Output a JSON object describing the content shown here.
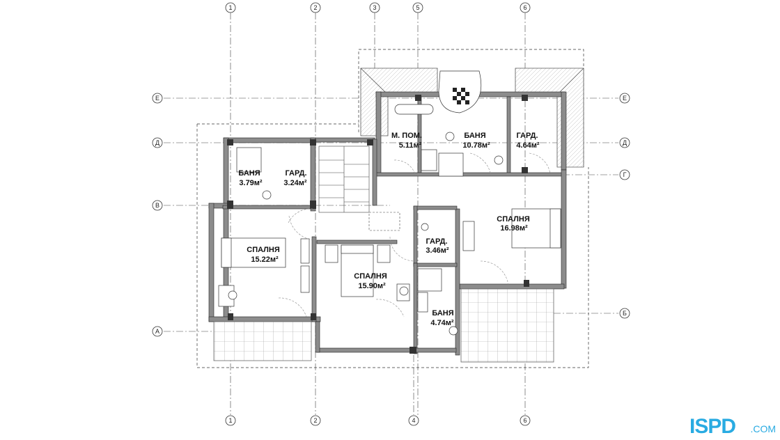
{
  "axes": {
    "vertical_top": [
      "1",
      "2",
      "3",
      "5",
      "6"
    ],
    "vertical_bottom": [
      "1",
      "2",
      "4",
      "6"
    ],
    "horizontal_left": [
      "Е",
      "Д",
      "В",
      "А"
    ],
    "horizontal_right": [
      "Е",
      "Д",
      "Г",
      "Б"
    ]
  },
  "rooms": [
    {
      "name": "М. ПОМ.",
      "area": "5.11м²"
    },
    {
      "name": "БАНЯ",
      "area": "10.78м²"
    },
    {
      "name": "ГАРД.",
      "area": "4.64м²"
    },
    {
      "name": "БАНЯ",
      "area": "3.79м²"
    },
    {
      "name": "ГАРД.",
      "area": "3.24м²"
    },
    {
      "name": "СПАЛНЯ",
      "area": "16.98м²"
    },
    {
      "name": "СПАЛНЯ",
      "area": "15.22м²"
    },
    {
      "name": "ГАРД.",
      "area": "3.46м²"
    },
    {
      "name": "СПАЛНЯ",
      "area": "15.90м²"
    },
    {
      "name": "БАНЯ",
      "area": "4.74м²"
    }
  ],
  "logo": {
    "mark": "ISPD",
    "domain": ".COM"
  },
  "colors": {
    "wall": "#8c8c8c",
    "column": "#333333",
    "line": "#000000",
    "logo": "#29abe2"
  }
}
